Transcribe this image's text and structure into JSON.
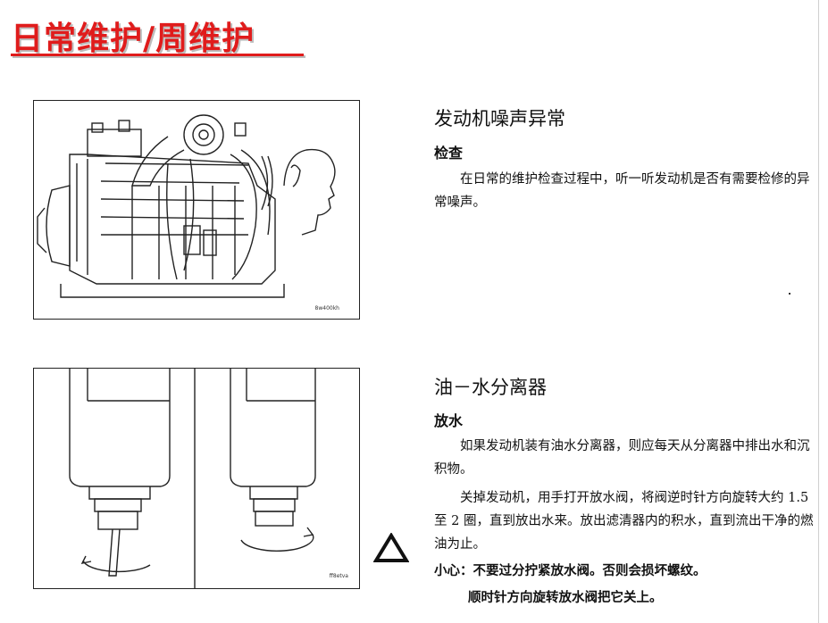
{
  "page": {
    "title": "日常维护/周维护",
    "icon": "warning-triangle-icon"
  },
  "figure1": {
    "caption": "8w400kh",
    "depicts": "engine-with-listening-head-icon"
  },
  "figure2": {
    "caption": "ff8etva",
    "depicts": "water-separator-drain-valve-icon"
  },
  "section_noise": {
    "heading": "发动机噪声异常",
    "subheading": "检查",
    "paragraph": "在日常的维护检查过程中，听一听发动机是否有需要检修的异常噪声。"
  },
  "section_separator": {
    "heading": "油－水分离器",
    "subheading": "放水",
    "paragraph1": "如果发动机装有油水分离器，则应每天从分离器中排出水和沉积物。",
    "paragraph2": "关掉发动机，用手打开放水阀，将阀逆时针方向旋转大约 1.5 至 2 圈，直到放出水来。放出滤清器内的积水，直到流出干净的燃油为止。",
    "caution_line1": "小心：不要过分拧紧放水阀。否则会损坏螺纹。",
    "caution_line2": "顺时针方向旋转放水阀把它关上。"
  },
  "colors": {
    "title_red": "#e01c1c",
    "line_art": "#222222"
  }
}
